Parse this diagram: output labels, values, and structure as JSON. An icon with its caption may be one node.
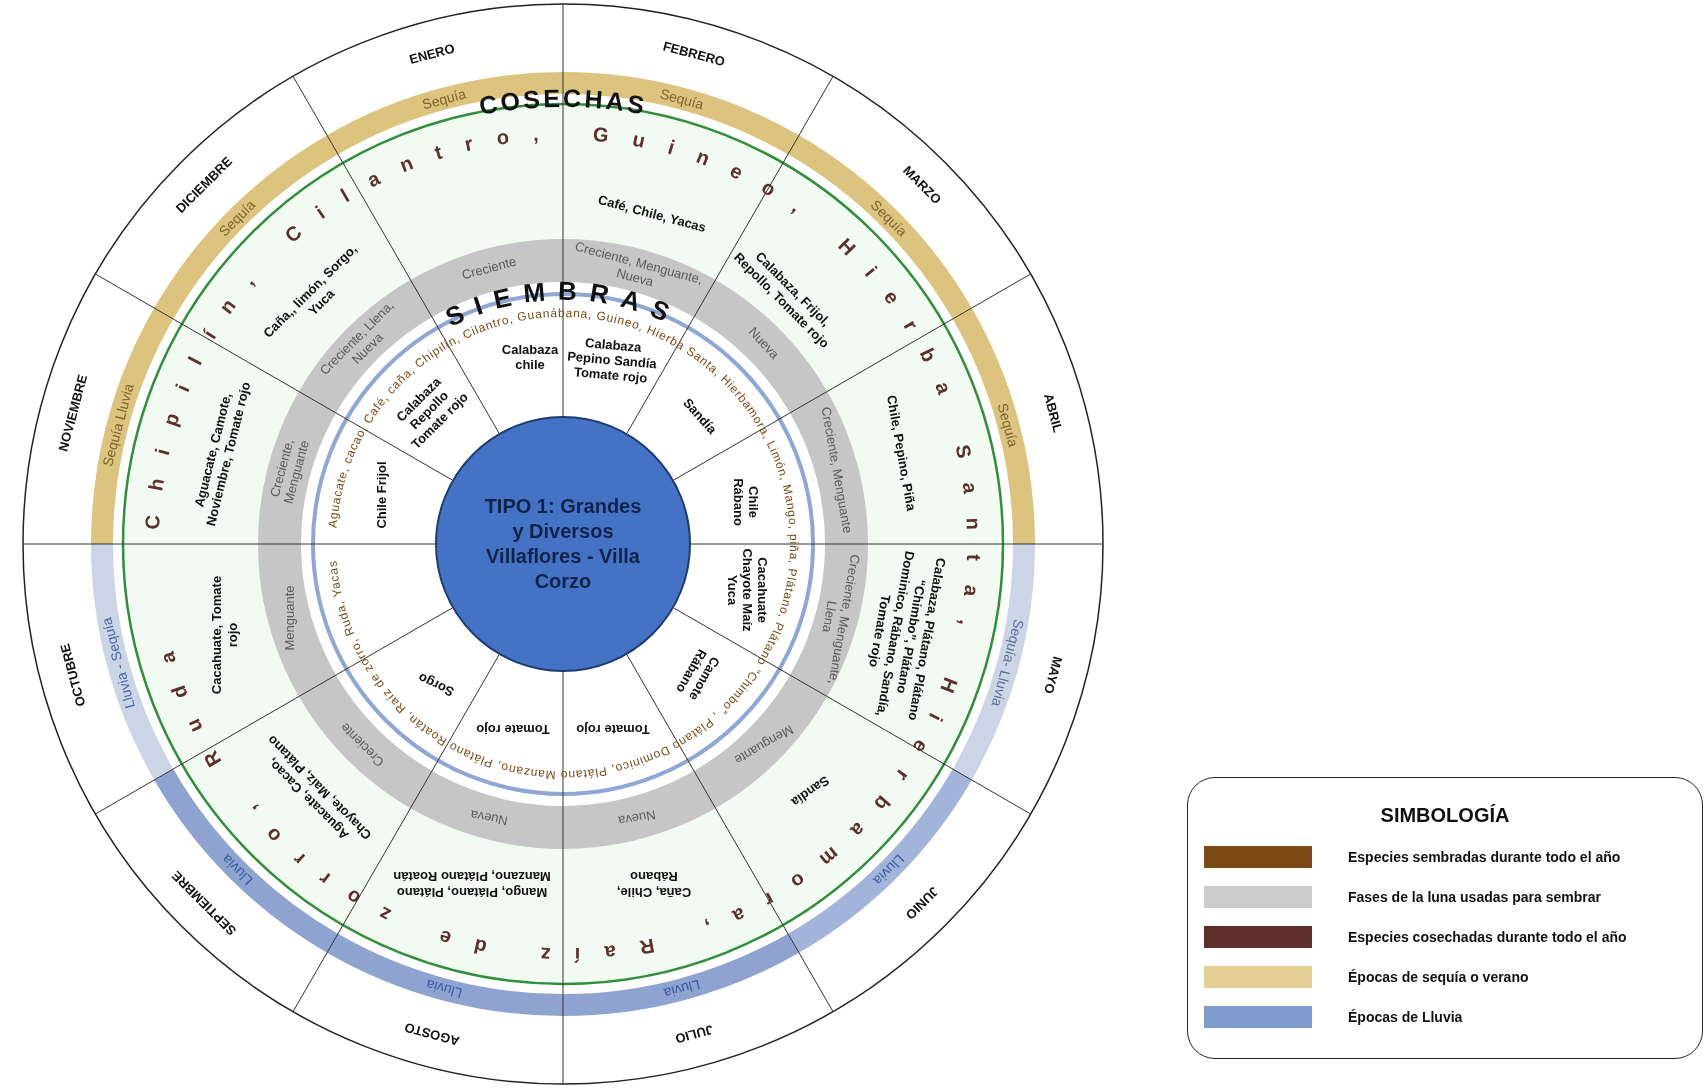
{
  "diagram": {
    "nodes": [
      {
        "text": [
          "TIPO 1: Grandes y Diversos Villaflores - Villa Corzo"
        ]
      }
    ],
    "labels": [
      "ENERO",
      "FEBRERO",
      "MARZO",
      "ABRIL",
      "MAYO",
      "JUNIO",
      "JULIO",
      "AGOSTO",
      "SEPTIEMBRE",
      "OCTUBRE",
      "NOVIEMBRE",
      "DICIEMBRE",
      "Sequía",
      "Sequía",
      "Sequía",
      "Sequía",
      "Sequía- Lluvia",
      "Lluvia",
      "Lluvia",
      "Lluvia",
      "Lluvia",
      "Lluvia - Sequía",
      "Sequía Lluvia",
      "Sequía",
      "COSECHAS",
      "Chipilín, Cilantro, Guineo, Hierba Santa, Hierbamora, Raíz de zorro, Ruda",
      "SIEMBRAS",
      "Aguacate, cacao, Café, caña, Chipilín, Cilantro, Guanábana, Guineo, Hierba Santa, Hierbamora, Limón, Mango, piña, Plátano, Plátano “Chimbo” , Plátano Dominico, Plátano Manzano, Plátano Roatán, Raíz de zorro, Ruda, Yacas",
      "Creciente",
      "Calabaza chile",
      "Café, Chile, Yacas",
      "Creciente, Menguante, Nueva",
      "Calabaza Pepino Sandía Tomate rojo",
      "Calabaza, Frijol, Repollo, Tomate rojo",
      "Nueva",
      "Sandía",
      "Chile, Pepino, Piña",
      "Creciente, Menguante",
      "Chile Rábano",
      "Calabaza, Plátano, Plátano “Chimbo”, Plátano Dominico, Rábano, Sandía, Tomate rojo",
      "Creciente, Menguante, Llena",
      "Cacahuate Chayote Maíz Yuca",
      "Sandía",
      "Menguante",
      "Camote Rábano",
      "Caña, Chile, Rábano",
      "Nueva",
      "Tomate rojo",
      "Mango, Plátano, Plátano Manzano, Plátano Roatán",
      "Nueva",
      "Tomate rojo",
      "Aguacate, Cacao, Chayote, Maíz, Plátano",
      "Creciente",
      "Sorgo",
      "Cacahuate, Tomate rojo",
      "Menguante",
      "Aguacate, Camote, Noviembre, Tomate rojo",
      "Creciente, Menguante",
      "Chile Frijol",
      "Caña,, limón, Sorgo, Yuca",
      "Creciente, Llena, Nueva",
      "Calabaza Repollo Tomate rojo",
      "SIMBOLOGÍA"
    ],
    "legend": [
      {
        "text": "Especies sembradas durante todo el año",
        "color": "#7b4a14"
      },
      {
        "text": "Fases de la luna usadas para sembrar",
        "color": "#cccccc"
      },
      {
        "text": "Especies cosechadas durante todo el año",
        "color": "#5e2f2c"
      },
      {
        "text": "Épocas de sequía o verano",
        "color": "#e3cf94"
      },
      {
        "text": "Épocas de Lluvia",
        "color": "#7f9bcc"
      }
    ]
  }
}
